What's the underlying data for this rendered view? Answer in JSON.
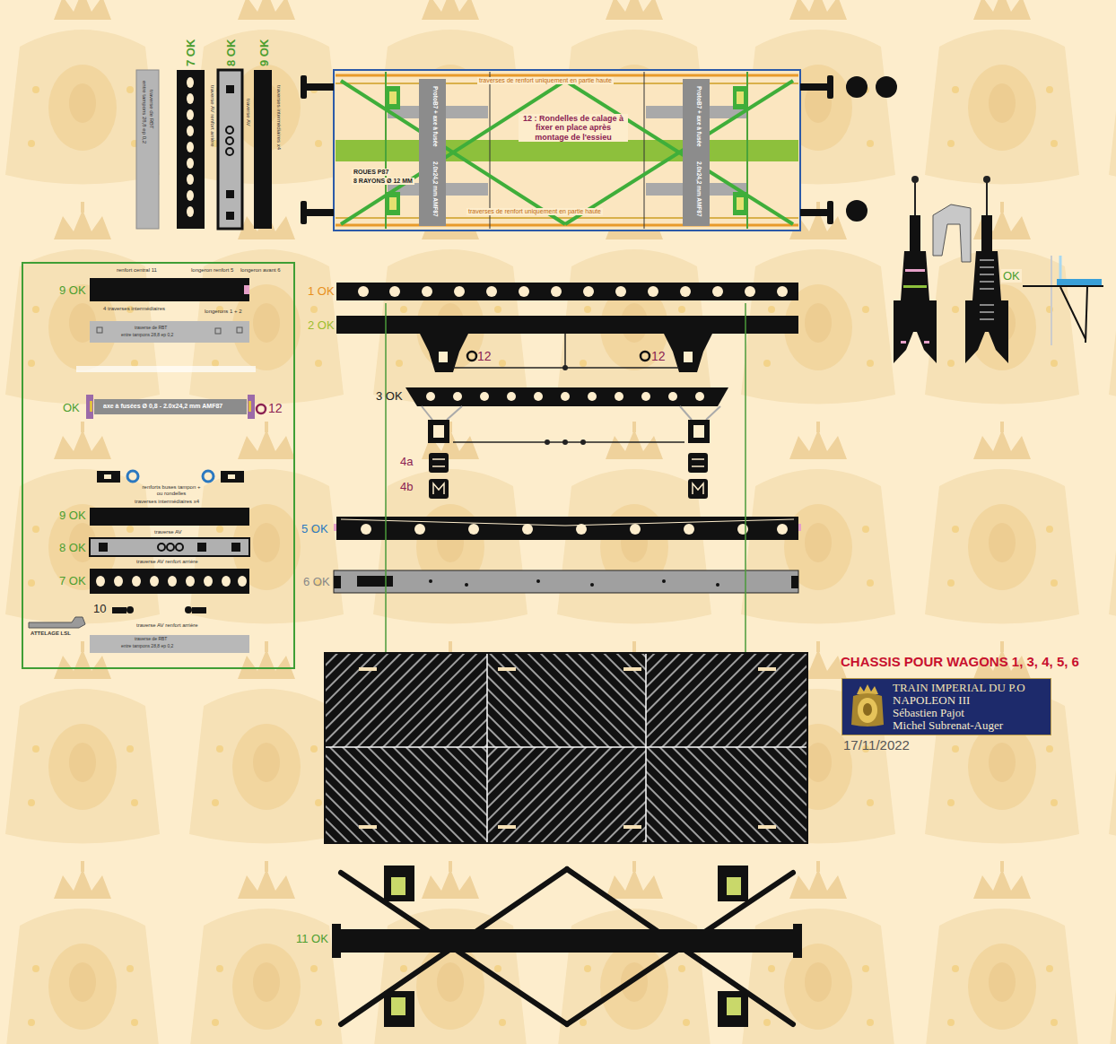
{
  "diagram": {
    "title": "CHASSIS POUR WAGONS 1, 3, 4, 5, 6",
    "nodes": [
      {
        "text": [
          "TRAIN IMPERIAL DU P.O",
          "NAPOLEON III",
          "Sébastien Pajot",
          "Michel Subrenat-Auger"
        ]
      }
    ],
    "labels": [
      "7 OK",
      "8 OK",
      "9 OK",
      "traverses de renfort uniquement en partie haute",
      "12 : Rondelles de calage à fixer en place après montage de l'essieu",
      "ProtoB7 + axe à fusée",
      "2.0x24,2 mm AMF87",
      "ROUES P87",
      "8 RAYONS Ø 12 MM",
      "ProtoB7 + axe à fusée",
      "2.0x24,2 mm AMF87",
      "traverses de renfort uniquement en partie haute",
      "9 OK",
      "renfort central 11",
      "longeron renfort 5",
      "longeron avant 6",
      "4 traverses intermédiaires",
      "longerons 1 + 2",
      "traverse de RBT",
      "entre tampons 28,8 ep 0,2",
      "OK",
      "axe à fusées Ø 0,8 - 2.0x24,2 mm AMF87",
      "12",
      "renforts buses tampon + ou rondelles",
      "traverses intermédiaires x4",
      "9 OK",
      "traverse AV",
      "8 OK",
      "traverse AV renfort arrière",
      "7 OK",
      "10",
      "traverse AV renfort arrière",
      "ATTELAGE LSL",
      "traverse de RBT",
      "entre tampons 28,8 ep 0,2",
      "traverse de RBT",
      "entre tampons 28,8 ep 0,2",
      "traverse AV renfort arrière",
      "traverse AV",
      "traverses intermédiaires x4",
      "1 OK",
      "2 OK",
      "12",
      "12",
      "3 OK",
      "4a",
      "4b",
      "5 OK",
      "6 OK",
      "11 OK",
      "OK",
      "17/11/2022"
    ]
  }
}
